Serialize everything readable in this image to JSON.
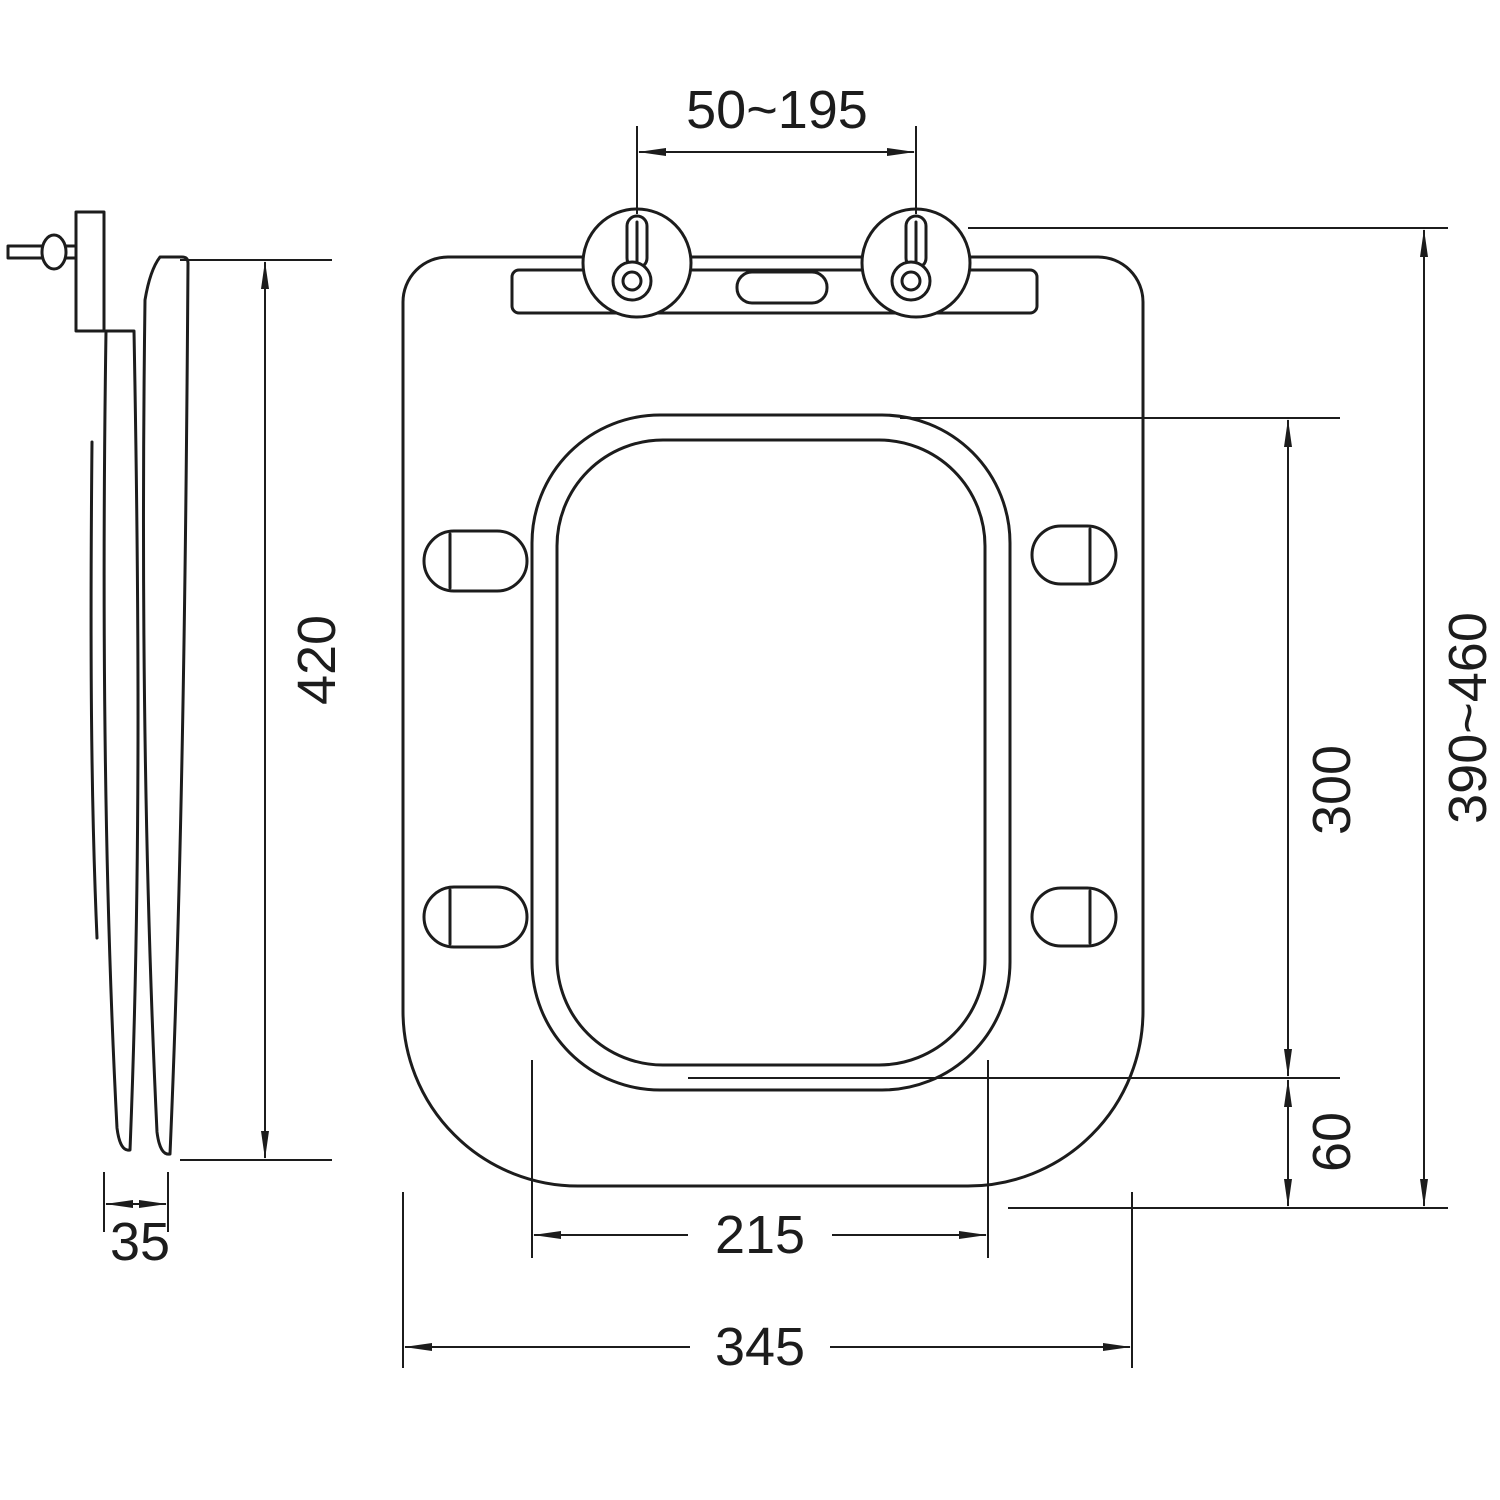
{
  "drawing": {
    "background": "#ffffff",
    "ink": "#1c1c1c",
    "labels": {
      "hinge_spacing": "50~195",
      "side_height": "420",
      "side_thickness": "35",
      "overall_height": "390~460",
      "opening_height": "300",
      "front_gap": "60",
      "opening_width": "215",
      "overall_width": "345"
    }
  }
}
